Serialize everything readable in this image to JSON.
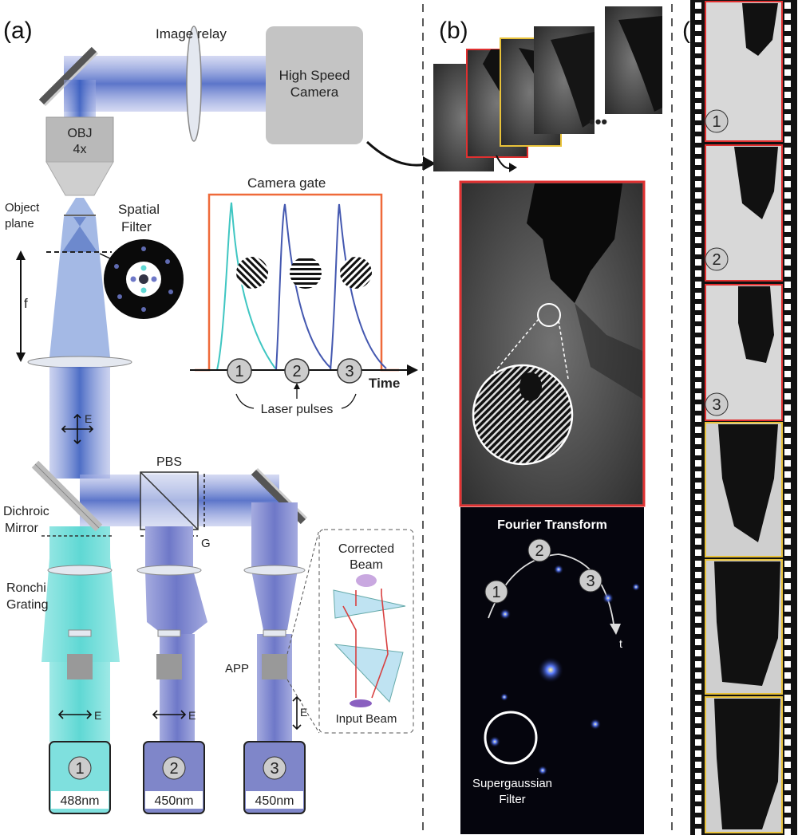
{
  "panels": {
    "a": "(a)",
    "b": "(b)",
    "c": "(c)"
  },
  "labels": {
    "image_relay": "Image relay",
    "camera_line1": "High Speed",
    "camera_line2": "Camera",
    "obj_line1": "OBJ",
    "obj_line2": "4x",
    "object_plane_1": "Object",
    "object_plane_2": "plane",
    "spatial_filter_1": "Spatial",
    "spatial_filter_2": "Filter",
    "focal": "f",
    "camera_gate": "Camera gate",
    "time": "Time",
    "laser_pulses": "Laser pulses",
    "e_field": "E",
    "pbs": "PBS",
    "g": "G",
    "dichroic_1": "Dichroic",
    "dichroic_2": "Mirror",
    "ronchi_1": "Ronchi",
    "ronchi_2": "Grating",
    "app": "APP",
    "corrected_1": "Corrected",
    "corrected_2": "Beam",
    "input_beam": "Input Beam",
    "fourier": "Fourier Transform",
    "t": "t",
    "supergauss_1": "Supergaussian",
    "supergauss_2": "Filter",
    "ellipsis": "•••"
  },
  "pulses": [
    "1",
    "2",
    "3"
  ],
  "lasers": [
    {
      "num": "1",
      "wavelength": "488nm",
      "color": "#7fe0de"
    },
    {
      "num": "2",
      "wavelength": "450nm",
      "color": "#7f86c9"
    },
    {
      "num": "3",
      "wavelength": "450nm",
      "color": "#7f86c9"
    }
  ],
  "colors": {
    "cyan_beam": "#7fe0de",
    "blue_beam": "#6f78c8",
    "gate": "#ef6a3a",
    "red_frame": "#e03030",
    "yellow_frame": "#e8c23a"
  }
}
